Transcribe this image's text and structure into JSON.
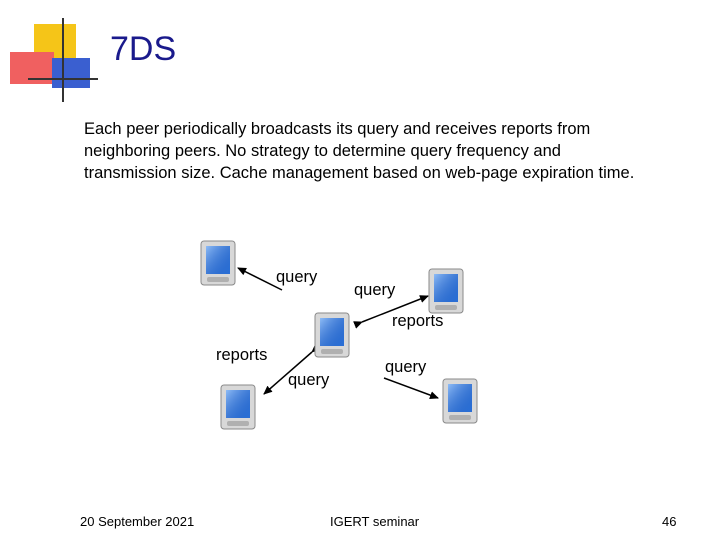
{
  "slide": {
    "title": "7DS",
    "body": "Each peer periodically broadcasts its query and receives reports from neighboring peers. No strategy to determine query frequency and transmission size. Cache management based on web-page expiration time."
  },
  "diagram": {
    "labels": {
      "query_top_left": "query",
      "query_top_right": "query",
      "reports_right": "reports",
      "reports_left": "reports",
      "query_bottom_left": "query",
      "query_bottom_right": "query"
    },
    "device_icon": "pda-icon"
  },
  "footer": {
    "date": "20 September 2021",
    "center": "IGERT seminar",
    "page_number": "46"
  },
  "colors": {
    "title": "#1a1a8c",
    "deco_yellow": "#f5c518",
    "deco_red": "#f06060",
    "deco_blue": "#3a5fd0",
    "deco_lines": "#333333"
  }
}
